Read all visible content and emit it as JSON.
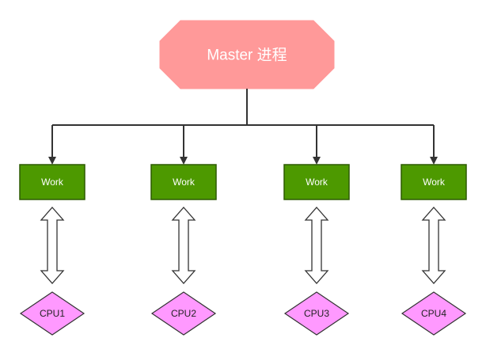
{
  "master": {
    "label": "Master 进程",
    "fill": "#FF9999"
  },
  "workers": [
    {
      "label": "Work",
      "cpu": "CPU1"
    },
    {
      "label": "Work",
      "cpu": "CPU2"
    },
    {
      "label": "Work",
      "cpu": "CPU3"
    },
    {
      "label": "Work",
      "cpu": "CPU4"
    }
  ],
  "colors": {
    "work_fill": "#4D9900",
    "work_stroke": "#2D5A00",
    "cpu_fill": "#FF99FF",
    "cpu_stroke": "#333333",
    "line": "#333333"
  }
}
